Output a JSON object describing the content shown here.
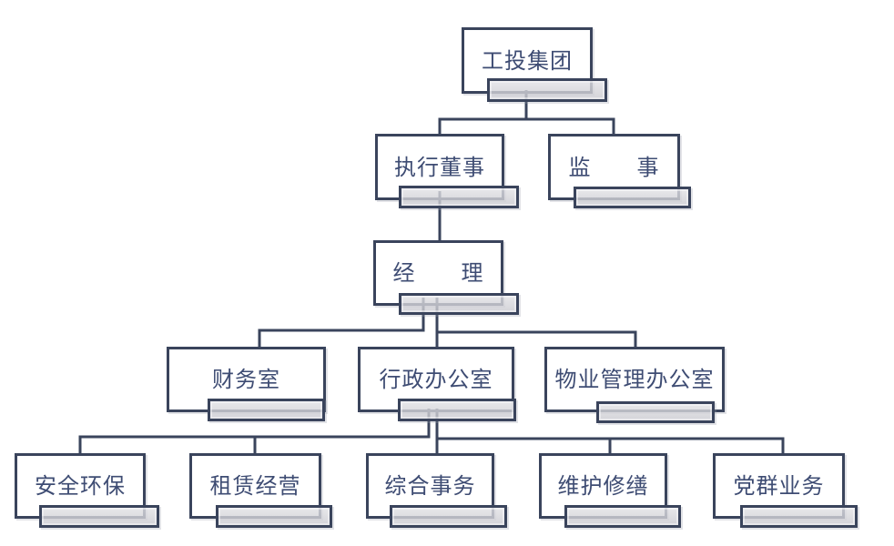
{
  "diagram": {
    "type": "org-chart",
    "levels": 5,
    "colors": {
      "line": "#3a445c",
      "box_border": "#3a445c",
      "box_fill": "#ffffff",
      "tab_fill": "#d4d4d8",
      "text": "#3e4c73",
      "background": "#ffffff"
    },
    "nodes": [
      {
        "id": "group",
        "label": "工投集团",
        "level": 1,
        "parent": null
      },
      {
        "id": "executive-director",
        "label": "执行董事",
        "level": 2,
        "parent": "group"
      },
      {
        "id": "supervisor",
        "label": "监　　事",
        "level": 2,
        "parent": "group"
      },
      {
        "id": "manager",
        "label": "经　　理",
        "level": 3,
        "parent": "executive-director"
      },
      {
        "id": "finance-office",
        "label": "财务室",
        "level": 4,
        "parent": "manager"
      },
      {
        "id": "admin-office",
        "label": "行政办公室",
        "level": 4,
        "parent": "manager"
      },
      {
        "id": "property-office",
        "label": "物业管理办公室",
        "level": 4,
        "parent": "manager"
      },
      {
        "id": "safety-env",
        "label": "安全环保",
        "level": 5,
        "parent": "admin-office"
      },
      {
        "id": "leasing",
        "label": "租赁经营",
        "level": 5,
        "parent": "admin-office"
      },
      {
        "id": "general-affairs",
        "label": "综合事务",
        "level": 5,
        "parent": "admin-office"
      },
      {
        "id": "maintenance",
        "label": "维护修缮",
        "level": 5,
        "parent": "admin-office"
      },
      {
        "id": "party-affairs",
        "label": "党群业务",
        "level": 5,
        "parent": "admin-office"
      }
    ]
  }
}
